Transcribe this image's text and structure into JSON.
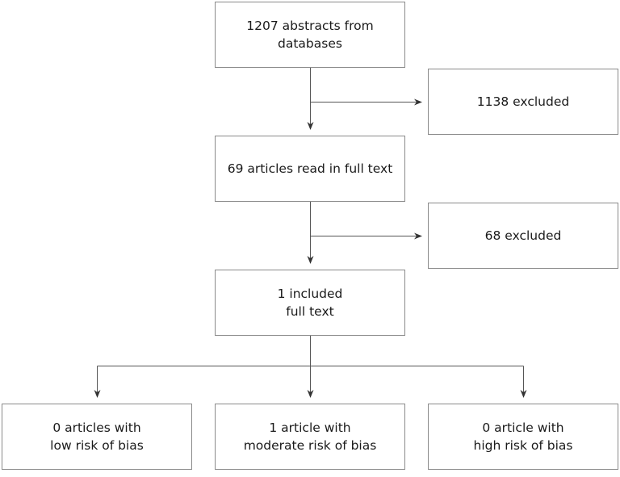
{
  "flowchart": {
    "abstracts": {
      "text": "1207 abstracts from\ndatabases"
    },
    "excluded_screening": {
      "text": "1138 excluded"
    },
    "full_text_read": {
      "text": "69 articles read in full text"
    },
    "excluded_full_text": {
      "text": "68 excluded"
    },
    "included": {
      "text": "1 included\nfull text"
    },
    "low_risk": {
      "text": "0 articles with\nlow risk of bias"
    },
    "moderate_risk": {
      "text": "1 article with\nmoderate risk of bias"
    },
    "high_risk": {
      "text": "0 article with\nhigh risk of bias"
    }
  },
  "colors": {
    "line": "#555555",
    "box_border": "#8a8a8a",
    "text": "#1a1a1a"
  }
}
